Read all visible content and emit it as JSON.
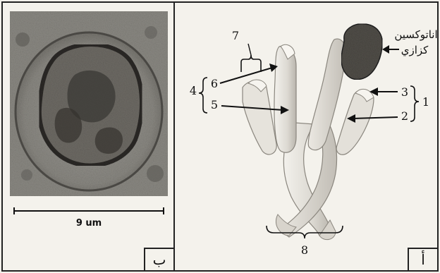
{
  "panel_b": {
    "corner_label": "ب",
    "scale_label": "9 um"
  },
  "panel_a": {
    "corner_label": "أ",
    "antigen_label_line1": "اناتوكسين",
    "antigen_label_line2": "كزازي",
    "labels": {
      "l1": "1",
      "l2": "2",
      "l3": "3",
      "l4": "4",
      "l5": "5",
      "l6": "6",
      "l7": "7",
      "l8": "8"
    }
  }
}
